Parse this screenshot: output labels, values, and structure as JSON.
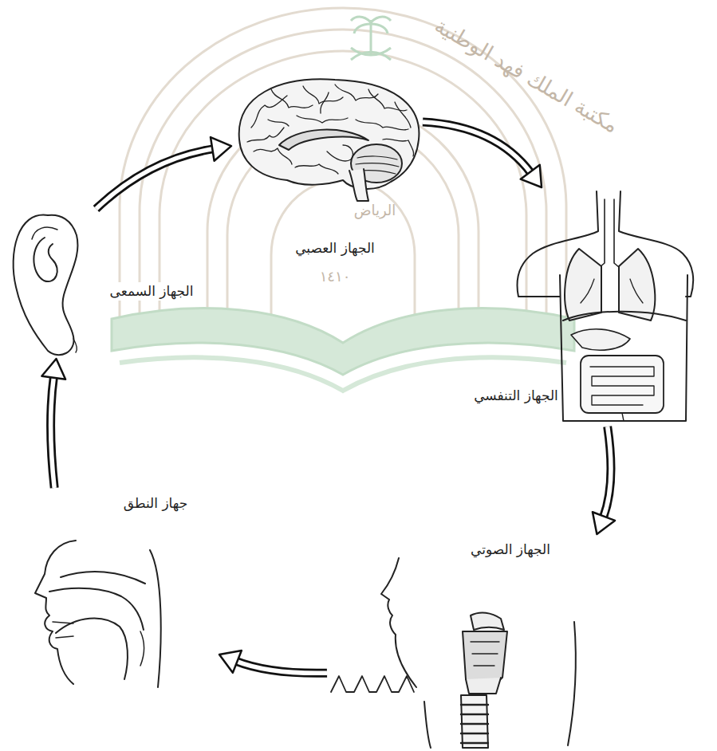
{
  "diagram": {
    "nodes": [
      {
        "text": [
          "الجهاز العصبي"
        ]
      },
      {
        "text": [
          "الجهاز التنفسي"
        ]
      },
      {
        "text": [
          "الجهاز الصوتي"
        ]
      },
      {
        "text": [
          "جهاز النطق"
        ]
      },
      {
        "text": [
          "الجهاز السمعى"
        ]
      }
    ],
    "edges": [
      {
        "from": 0,
        "to": 1,
        "arrow": "to"
      },
      {
        "from": 1,
        "to": 2,
        "arrow": "to"
      },
      {
        "from": 2,
        "to": 3,
        "arrow": "to"
      },
      {
        "from": 3,
        "to": 4,
        "arrow": "to"
      },
      {
        "from": 4,
        "to": 0,
        "arrow": "to"
      }
    ],
    "labels": [
      "مكتبة الملك فهد الوطنية",
      "الرياض",
      "١٤١٠"
    ]
  }
}
